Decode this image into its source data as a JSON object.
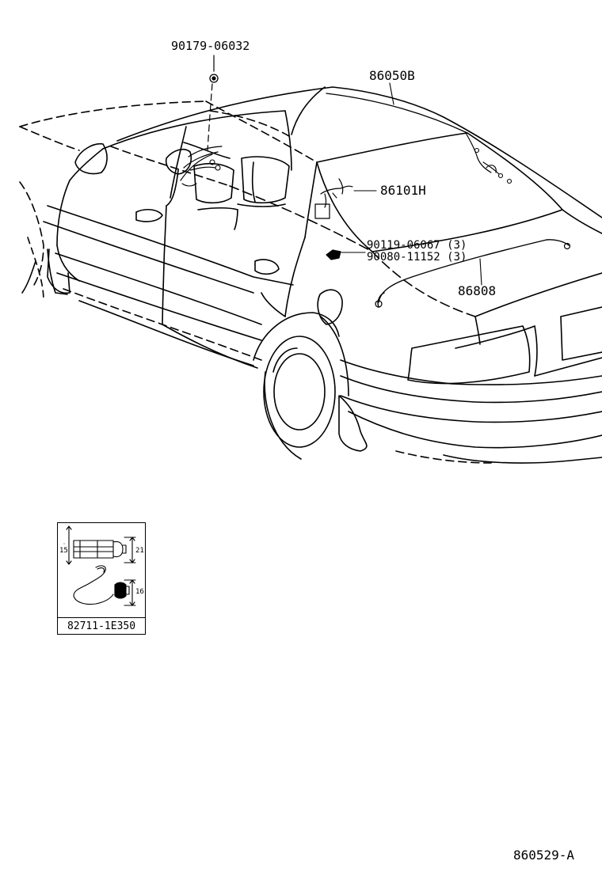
{
  "diagram": {
    "type": "parts-diagram",
    "callouts": [
      {
        "id": "bolt",
        "part_number": "90179-06032"
      },
      {
        "id": "wire-main",
        "part_number": "86050B"
      },
      {
        "id": "connector",
        "part_number": "86101H"
      },
      {
        "id": "clip-1",
        "part_number": "90119-06067 (3)"
      },
      {
        "id": "clip-2",
        "part_number": "90080-11152 (3)"
      },
      {
        "id": "cord",
        "part_number": "86808"
      }
    ],
    "inset": {
      "part_number": "82711-1E350",
      "dimensions": [
        "15",
        "21",
        "16"
      ]
    },
    "figure_code": "860529-A"
  }
}
